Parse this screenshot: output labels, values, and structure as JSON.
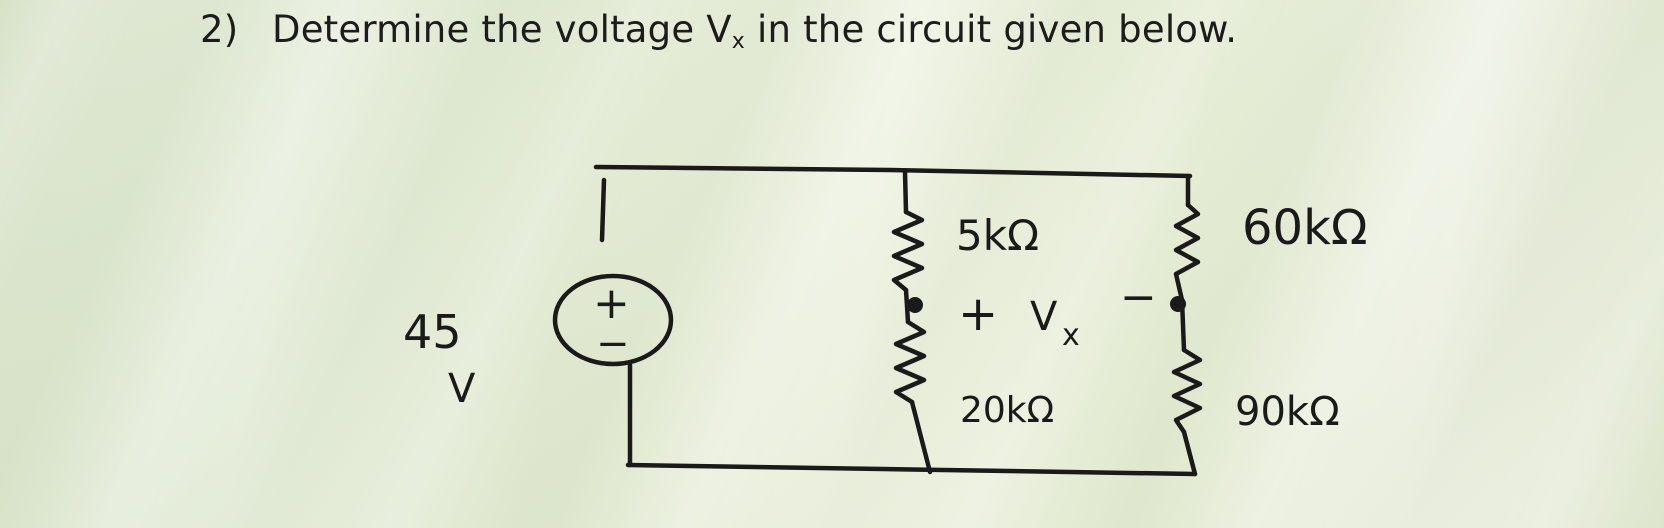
{
  "question": {
    "number": "2)",
    "text_before": "Determine the voltage V",
    "subscript": "x",
    "text_after": " in the circuit given below."
  },
  "circuit": {
    "source": {
      "value": "45",
      "unit": "V",
      "plus": "+",
      "minus": "−"
    },
    "resistors": {
      "r1": "5kΩ",
      "r2": "20kΩ",
      "r3": "60kΩ",
      "r4": "90kΩ"
    },
    "vx": {
      "plus": "+",
      "label": "V",
      "subscript": "x",
      "minus": "−"
    }
  }
}
